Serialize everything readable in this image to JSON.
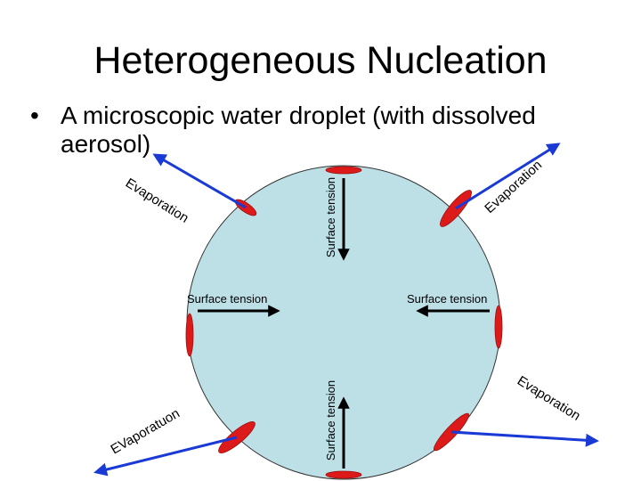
{
  "slide": {
    "title": "Heterogeneous Nucleation",
    "bullet_marker": "•",
    "bullet": "A microscopic water droplet (with dissolved aerosol)"
  },
  "diagram": {
    "droplet_color": "#bde0e6",
    "nucleus_color": "#dd1a1a",
    "evaporation_arrow_color": "#1a3ad6",
    "labels": {
      "surface_tension_top": "Surface tension",
      "surface_tension_bottom": "Surface tension",
      "surface_tension_left": "Surface tension",
      "surface_tension_right": "Surface tension",
      "evaporation_top_left": "Evaporation",
      "evaporation_top_right": "Evaporation",
      "evaporation_bottom_left": "EVaporatuon",
      "evaporation_bottom_right": "Evaporation"
    }
  }
}
